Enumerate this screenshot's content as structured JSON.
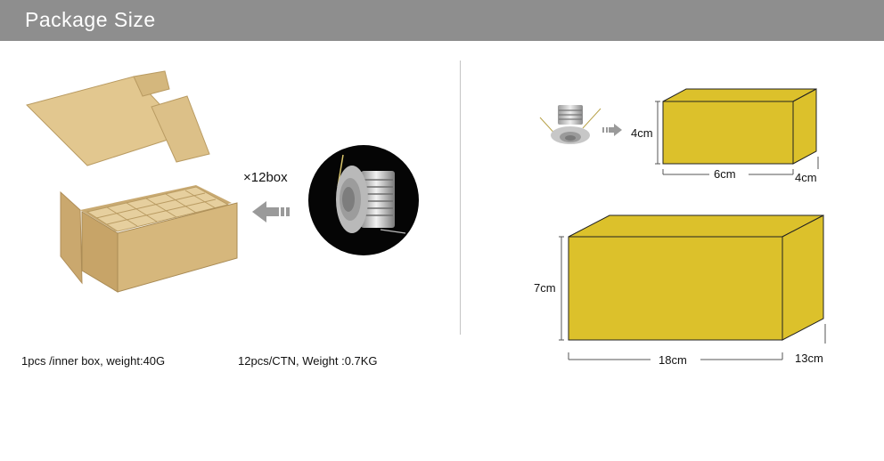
{
  "header": {
    "title": "Package Size"
  },
  "left": {
    "multiplier_label": "×12box",
    "caption_inner": "1pcs /inner box,  weight:40G",
    "caption_carton": "12pcs/CTN,  Weight :0.7KG"
  },
  "right": {
    "small_box": {
      "height": "4cm",
      "length": "6cm",
      "depth": "4cm"
    },
    "large_box": {
      "height": "7cm",
      "length": "18cm",
      "depth": "13cm"
    }
  },
  "colors": {
    "header_bg": "#8e8e8e",
    "box_yellow": "#dcc12b",
    "cardboard": "#d8bd85",
    "arrow_gray": "#9a9a9a"
  }
}
